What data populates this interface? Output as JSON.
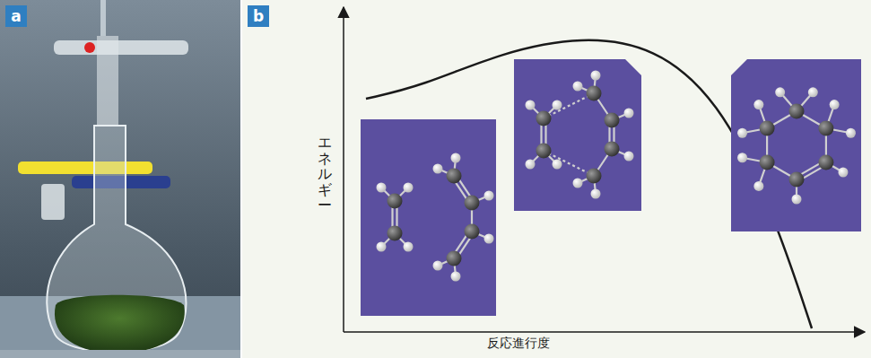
{
  "diagram": {
    "nodes": [
      {
        "text": [
          "a"
        ]
      },
      {
        "text": [
          "b"
        ]
      }
    ],
    "labels": [
      "エネルギー",
      "反応進行度"
    ]
  }
}
